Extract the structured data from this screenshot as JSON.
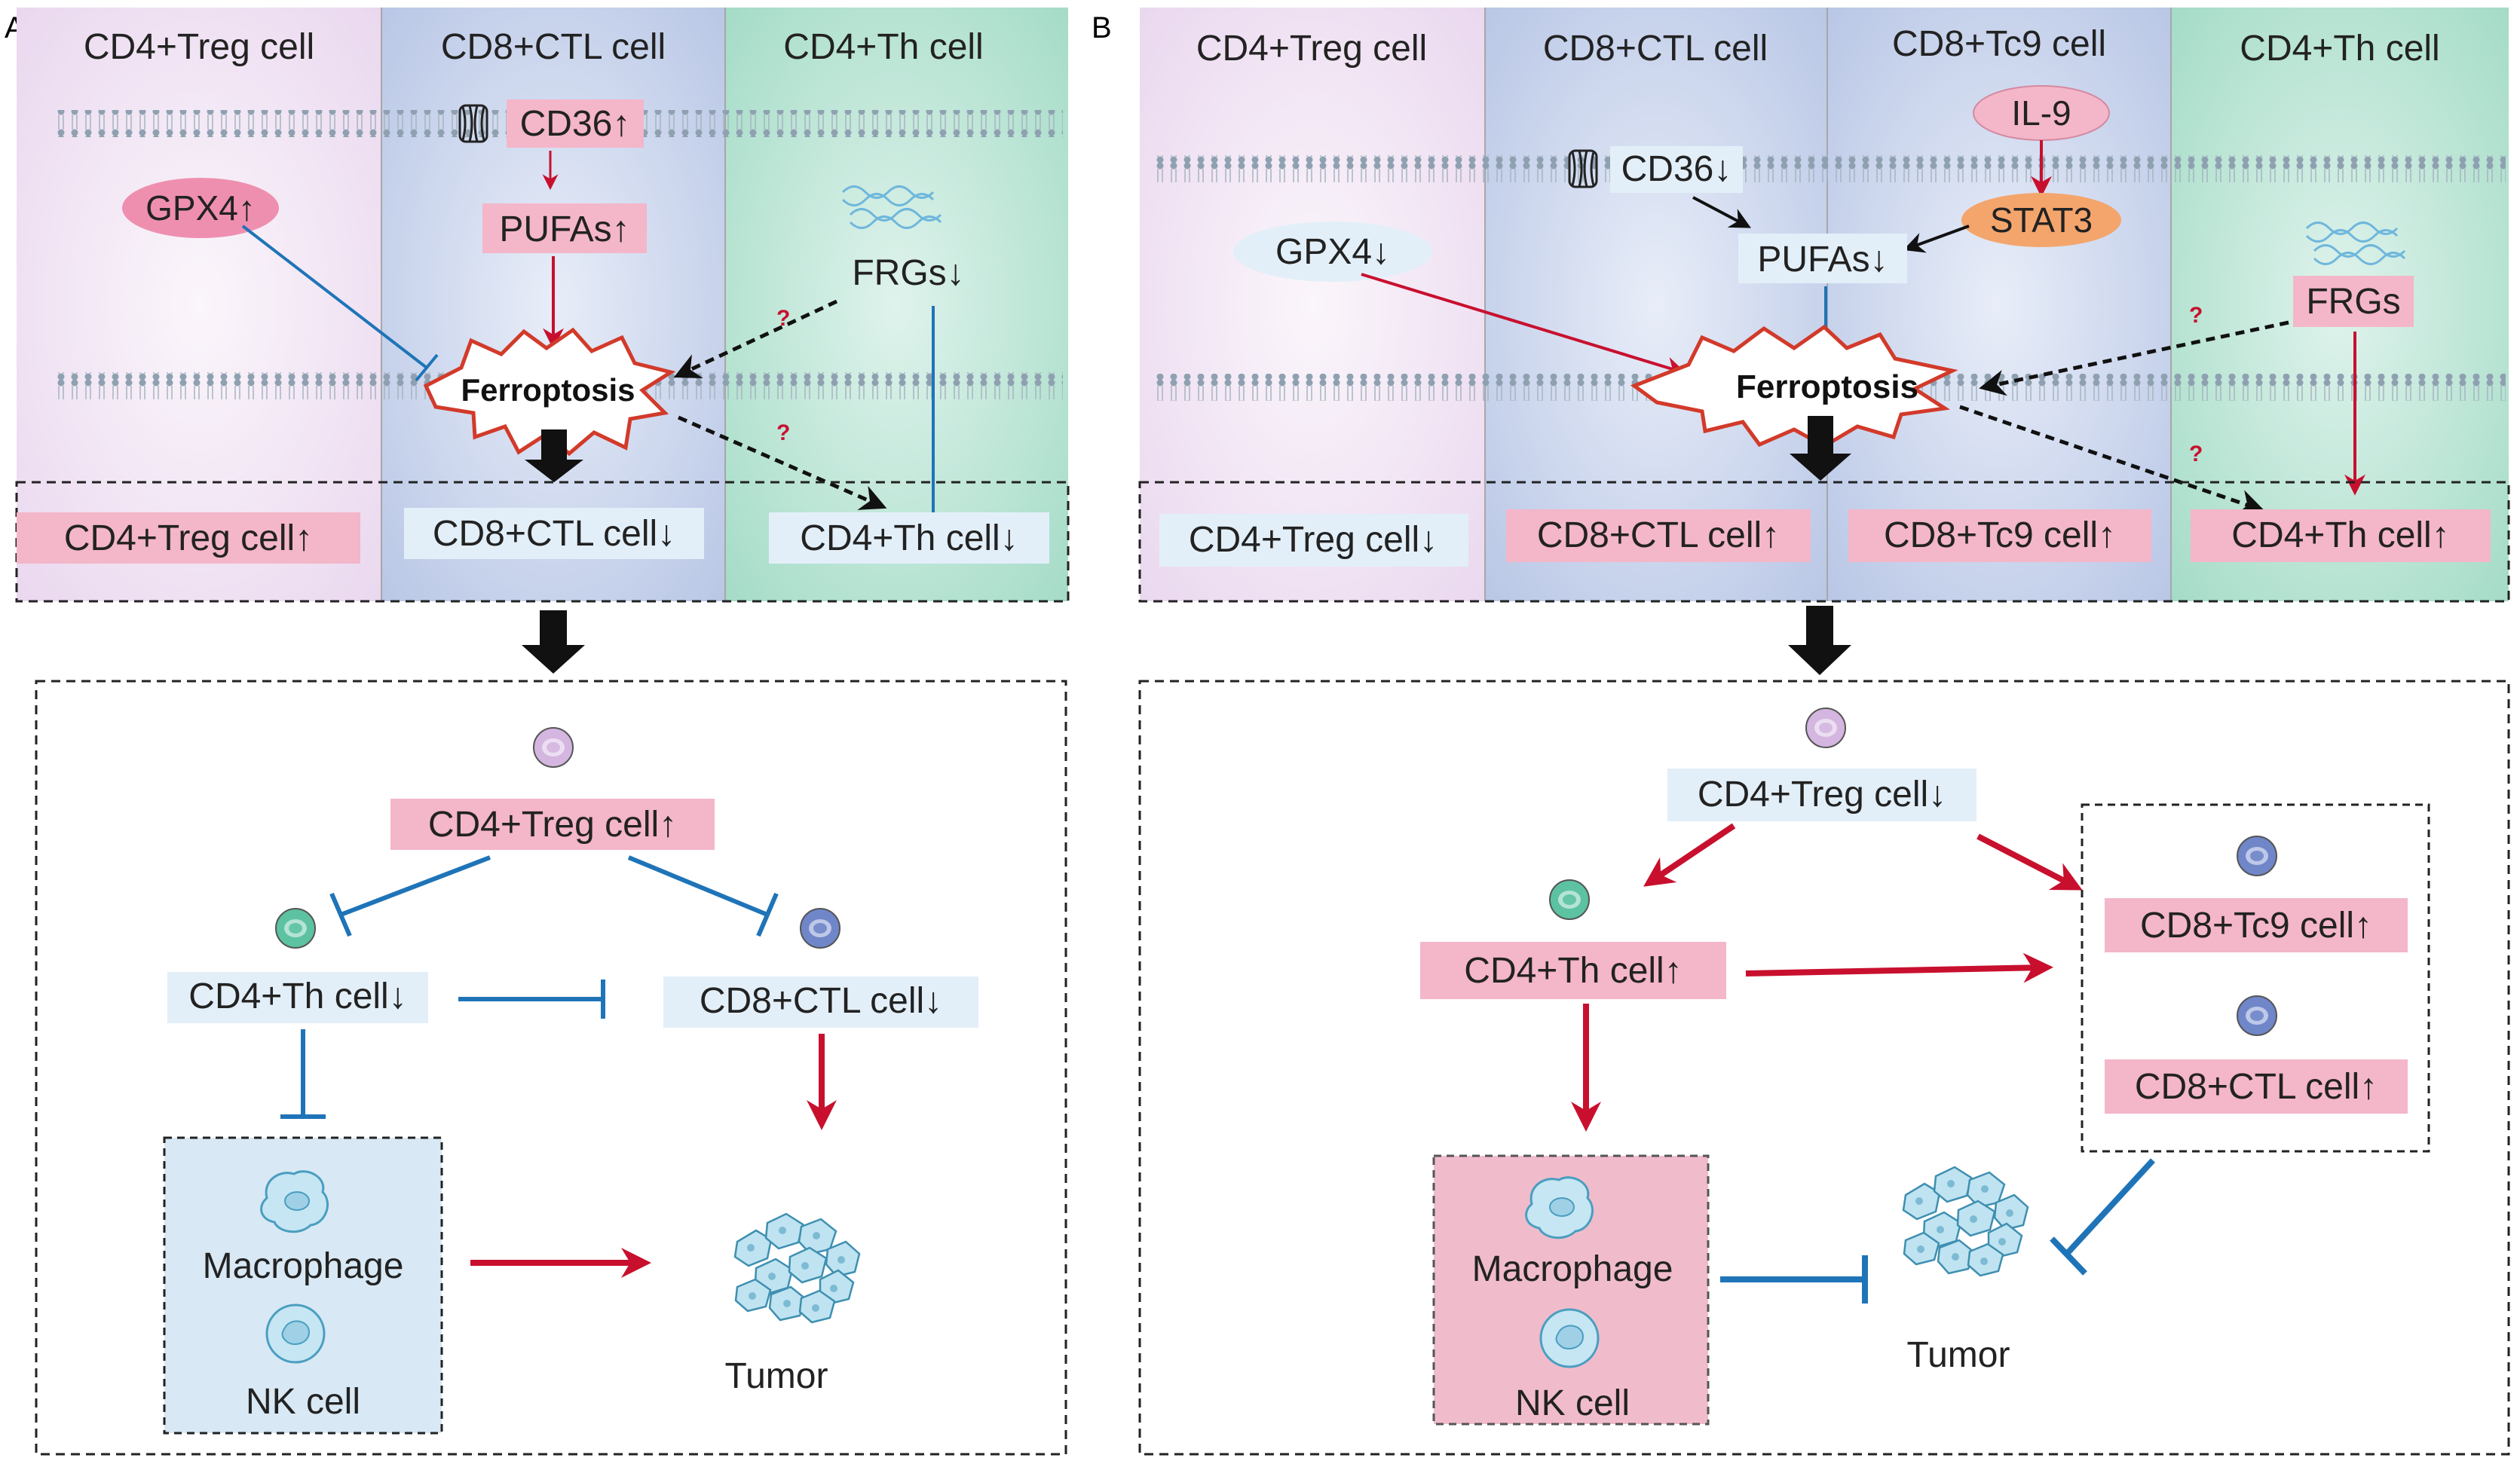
{
  "panel_a": {
    "letter": "A",
    "columns": [
      "CD4+Treg cell",
      "CD8+CTL cell",
      "CD4+Th cell"
    ],
    "cd36": "CD36↑",
    "gpx4": "GPX4↑",
    "pufas": "PUFAs↑",
    "frgs": "FRGs↓",
    "ferroptosis": "Ferroptosis",
    "question": "?",
    "outcomes": [
      "CD4+Treg cell↑",
      "CD8+CTL cell↓",
      "CD4+Th cell↓"
    ],
    "lower": {
      "treg": "CD4+Treg cell↑",
      "th": "CD4+Th cell↓",
      "ctl": "CD8+CTL cell↓",
      "macrophage": "Macrophage",
      "nk": "NK cell",
      "tumor": "Tumor"
    }
  },
  "panel_b": {
    "letter": "B",
    "columns": [
      "CD4+Treg cell",
      "CD8+CTL cell",
      "CD8+Tc9 cell",
      "CD4+Th cell"
    ],
    "il9": "IL-9",
    "stat3": "STAT3",
    "cd36": "CD36↓",
    "gpx4": "GPX4↓",
    "pufas": "PUFAs↓",
    "frgs": "FRGs",
    "ferroptosis": "Ferroptosis",
    "question": "?",
    "outcomes": [
      "CD4+Treg cell↓",
      "CD8+CTL cell↑",
      "CD8+Tc9 cell↑",
      "CD4+Th cell↑"
    ],
    "lower": {
      "treg": "CD4+Treg cell↓",
      "th": "CD4+Th cell↑",
      "tc9": "CD8+Tc9 cell↑",
      "ctl": "CD8+CTL cell↑",
      "macrophage": "Macrophage",
      "nk": "NK cell",
      "tumor": "Tumor"
    }
  },
  "colors": {
    "up_box": "#f4b6c9",
    "down_box": "#e3eff8",
    "red_arrow": "#c8102e",
    "blue_inhibit": "#1f74b8",
    "treg_bg": "#efe4f2",
    "ctl_bg": "#c7d3ea",
    "th_bg": "#b7e2d2",
    "stat3": "#f4a56c",
    "gpx4_up": "#ef8fb0"
  }
}
